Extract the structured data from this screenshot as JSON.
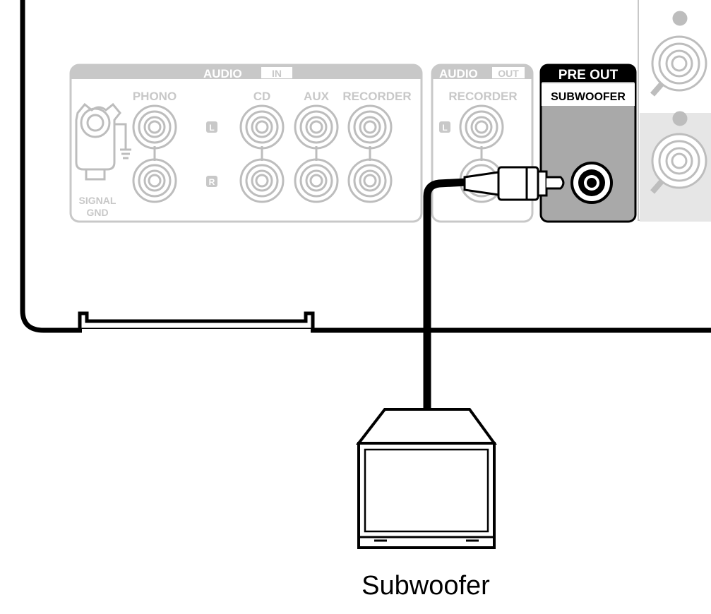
{
  "panel": {
    "audio_in_group": {
      "title_word": "AUDIO",
      "title_tag": "IN"
    },
    "audio_out_group": {
      "title_word": "AUDIO",
      "title_tag": "OUT"
    },
    "pre_out_group": {
      "title": "PRE OUT",
      "subtitle": "SUBWOOFER"
    },
    "jack_labels": {
      "phono": "PHONO",
      "cd": "CD",
      "aux": "AUX",
      "recorder_in": "RECORDER",
      "recorder_out": "RECORDER"
    },
    "channel_labels": {
      "left": "L",
      "right": "R",
      "out_left": "L"
    },
    "signal_gnd": {
      "line1": "SIGNAL",
      "line2": "GND"
    }
  },
  "device": {
    "caption": "Subwoofer"
  },
  "colors": {
    "line": "#000000",
    "panel_gray": "#c8c8c8",
    "jack_gray": "#bdbdbd",
    "pre_out_header": "#000000",
    "pre_out_fill": "#a9a9a9",
    "background": "#ffffff"
  }
}
